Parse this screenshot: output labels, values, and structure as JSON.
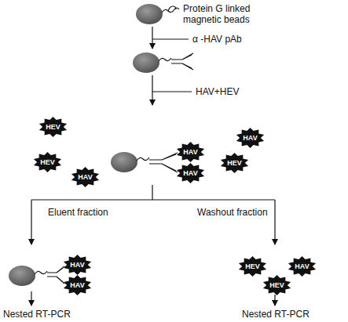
{
  "diagram": {
    "nodes": [
      {
        "text": [
          "HEV"
        ]
      },
      {
        "text": [
          "HAV"
        ]
      },
      {
        "text": [
          "HAV"
        ]
      },
      {
        "text": [
          "HEV"
        ]
      },
      {
        "text": [
          "HEV"
        ]
      },
      {
        "text": [
          "HAV"
        ]
      },
      {
        "text": [
          "HAV"
        ]
      },
      {
        "text": [
          "HAV"
        ]
      },
      {
        "text": [
          "HEV"
        ]
      },
      {
        "text": [
          "HAV"
        ]
      },
      {
        "text": [
          "HAV"
        ]
      },
      {
        "text": [
          "HEV"
        ]
      }
    ],
    "labels": [
      "Protein G linked magnetic beads",
      "α -HAV pAb",
      "HAV+HEV",
      "Eluent fraction",
      "Washout fraction",
      "Nested RT-PCR",
      "Nested RT-PCR"
    ]
  }
}
